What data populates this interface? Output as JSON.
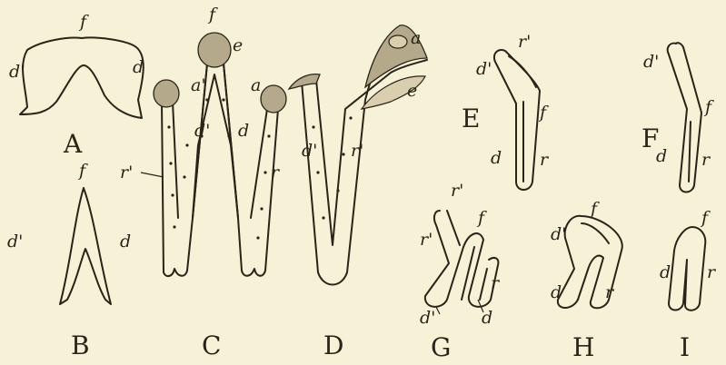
{
  "captions": {
    "A": "A",
    "B": "B",
    "C": "C",
    "D": "D",
    "E": "E",
    "F": "F",
    "G": "G",
    "H": "H",
    "I": "I"
  },
  "labels": {
    "f": "f",
    "d": "d",
    "d_prime": "d'",
    "a": "a",
    "a_prime": "a'",
    "e": "e",
    "r": "r",
    "r_prime": "r'"
  }
}
